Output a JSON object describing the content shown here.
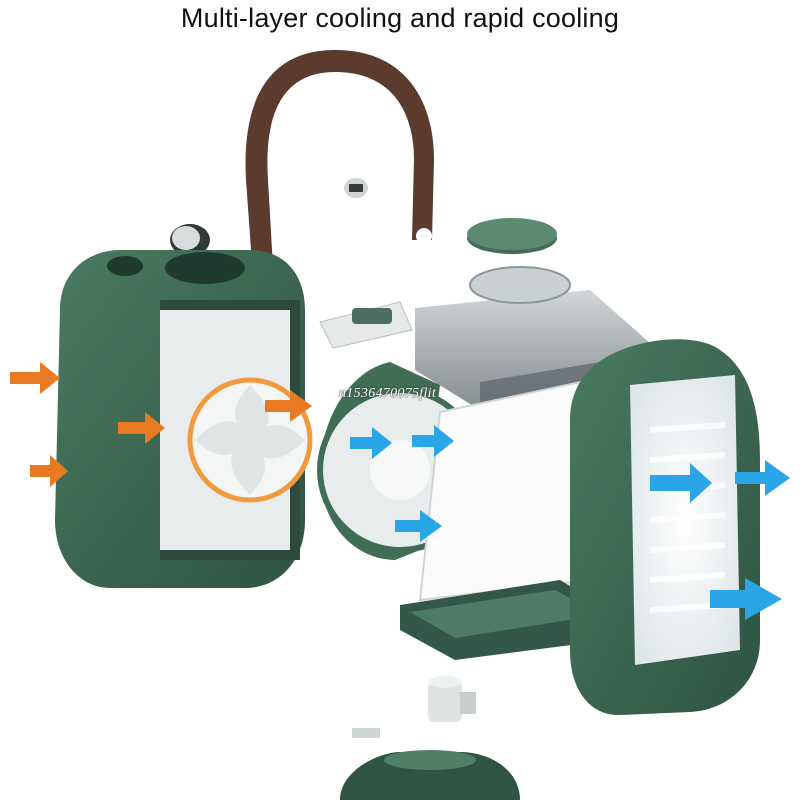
{
  "heading": "Multi-layer cooling and rapid cooling",
  "watermark_text": "n1536470075flit",
  "colors": {
    "housing_green": "#3e6a54",
    "housing_green_dark": "#2f5443",
    "strap_brown": "#5a3b2d",
    "orange_arrow": "#e87a22",
    "blue_arrow": "#2aa6e8",
    "tank_gray": "#9aa3a8",
    "background": "#ffffff"
  },
  "components": [
    "handle-strap",
    "knob",
    "rear-housing",
    "fan-blade",
    "switch-board",
    "water-tank-lid",
    "water-tank",
    "fan-grille",
    "filter-pad",
    "drip-tray",
    "front-frame",
    "motor",
    "base"
  ]
}
